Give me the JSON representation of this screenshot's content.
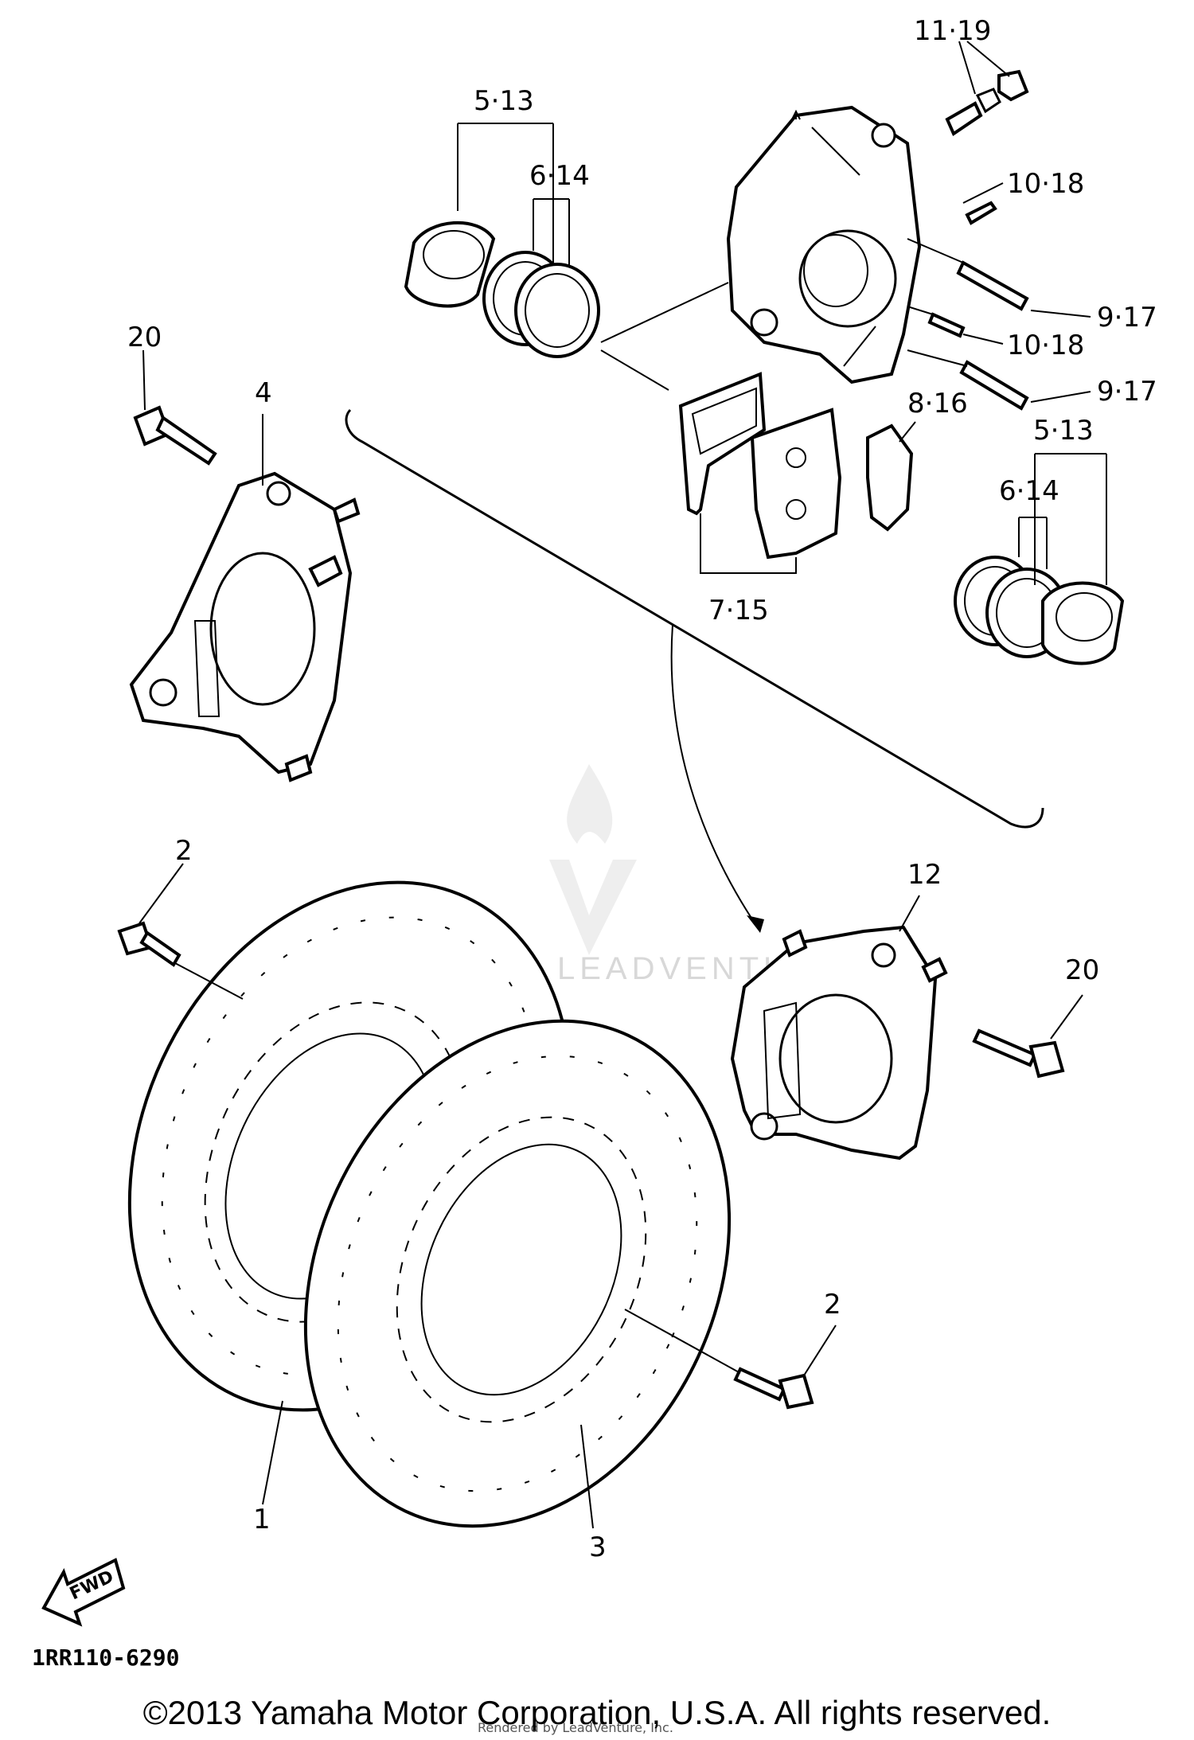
{
  "diagram": {
    "callouts": {
      "c_11_19": "11·19",
      "c_5_13_top": "5·13",
      "c_6_14_top": "6·14",
      "c_10_18_a": "10·18",
      "c_9_17_a": "9·17",
      "c_10_18_b": "10·18",
      "c_9_17_b": "9·17",
      "c_8_16": "8·16",
      "c_5_13_right": "5·13",
      "c_6_14_right": "6·14",
      "c_7_15": "7·15",
      "c_20_left": "20",
      "c_4": "4",
      "c_2_left": "2",
      "c_12": "12",
      "c_20_right": "20",
      "c_2_right": "2",
      "c_1": "1",
      "c_3": "3"
    },
    "fwd_label": "FWD",
    "diagram_code": "1RR110-6290",
    "watermark": "LEADVENTURE",
    "rendered_by": "Rendered by LeadVenture, Inc."
  },
  "footer": {
    "copyright": "©2013 Yamaha Motor Corporation, U.S.A. All rights reserved."
  }
}
